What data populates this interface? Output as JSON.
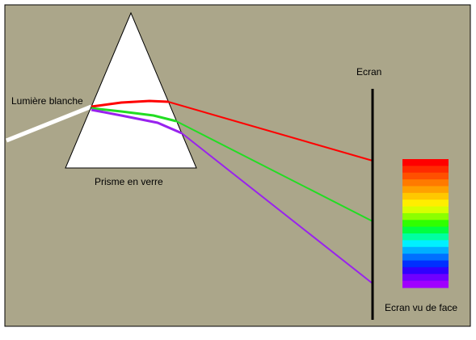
{
  "labels": {
    "white_light": "Lumière blanche",
    "prism": "Prisme en verre",
    "screen": "Ecran",
    "screen_front": "Ecran vu de face"
  },
  "colors": {
    "background": "#aba68a",
    "frame": "#000000",
    "prism_fill": "#ffffff",
    "white_beam": "#ffffff",
    "red_ray": "#ff0000",
    "green_ray": "#22dd22",
    "violet_ray": "#9922ee",
    "screen_line": "#000000"
  },
  "spectrum_bands": [
    "#ff0000",
    "#ff2a00",
    "#ff5000",
    "#ff7a00",
    "#ffa000",
    "#ffc800",
    "#ffee00",
    "#d8ff00",
    "#8cff00",
    "#30ff00",
    "#00ff40",
    "#00ffa0",
    "#00f0ff",
    "#00b0ff",
    "#0070ff",
    "#0030ff",
    "#3000ff",
    "#7000ff",
    "#a000ff"
  ]
}
